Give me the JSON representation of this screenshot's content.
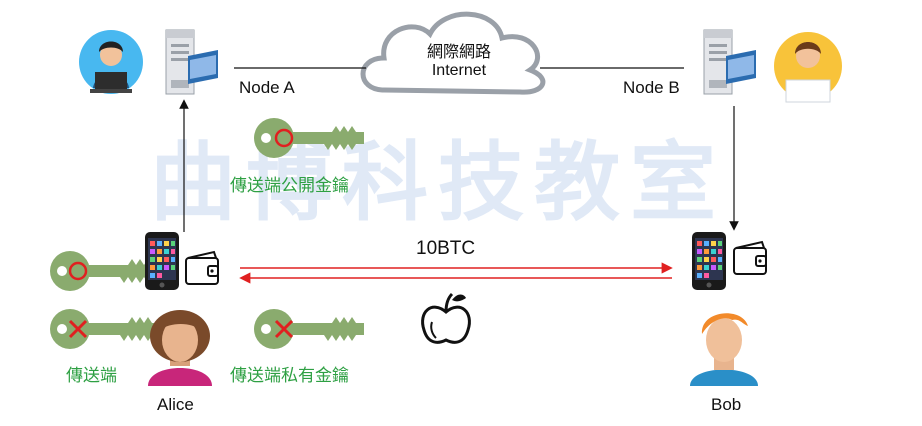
{
  "watermark": "曲博科技教室",
  "cloud": {
    "line1": "網際網路",
    "line2": "Internet"
  },
  "nodes": {
    "a": "Node A",
    "b": "Node B"
  },
  "people": {
    "alice": "Alice",
    "bob": "Bob"
  },
  "keys": {
    "sender_public": "傳送端公開金鑰",
    "sender": "傳送端",
    "sender_private": "傳送端私有金鑰"
  },
  "transaction": {
    "amount": "10BTC"
  },
  "colors": {
    "arrow_red": "#e02020",
    "key_green": "#8aab6e",
    "text_green": "#2ea043",
    "mark_red": "#e02020"
  },
  "icons": [
    "user-at-laptop-icon",
    "server-icon",
    "cloud-icon",
    "key-icon",
    "smartphone-icon",
    "wallet-icon",
    "apple-icon",
    "person-icon"
  ]
}
